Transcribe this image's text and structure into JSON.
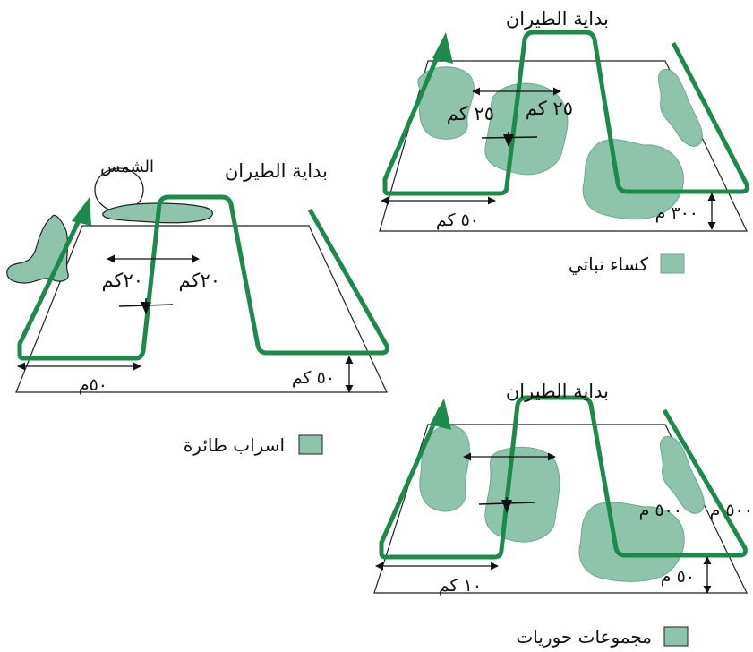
{
  "colors": {
    "path_green": "#1b8a4a",
    "patch_fill": "#8fc4ac",
    "patch_stroke": "#6aa88e",
    "outline": "#222222"
  },
  "panel_top_right": {
    "start_label": "بداية الطيران",
    "dist_left": "٢٥ كم",
    "dist_right": "٢٥ كم",
    "base_length": "٥٠ كم",
    "altitude": "٣٠٠ م"
  },
  "legend_vegetation": {
    "label": "كساء نباتي"
  },
  "panel_left": {
    "sun_label": "الشمس",
    "start_label": "بداية الطيران",
    "dist_left": "٢٠كم",
    "dist_right": "٢٠كم",
    "base_length": "٥٠م",
    "altitude": "٥٠ كم"
  },
  "legend_birds": {
    "label": "اسراب طائرة"
  },
  "panel_bottom_right": {
    "start_label": "بداية الطيران",
    "dist_left": "٥٠٠ م",
    "dist_right": "٥٠٠ م",
    "base_length": "١٠ كم",
    "altitude": "٥٠ م"
  },
  "legend_locust": {
    "label": "مجموعات حوريات"
  }
}
